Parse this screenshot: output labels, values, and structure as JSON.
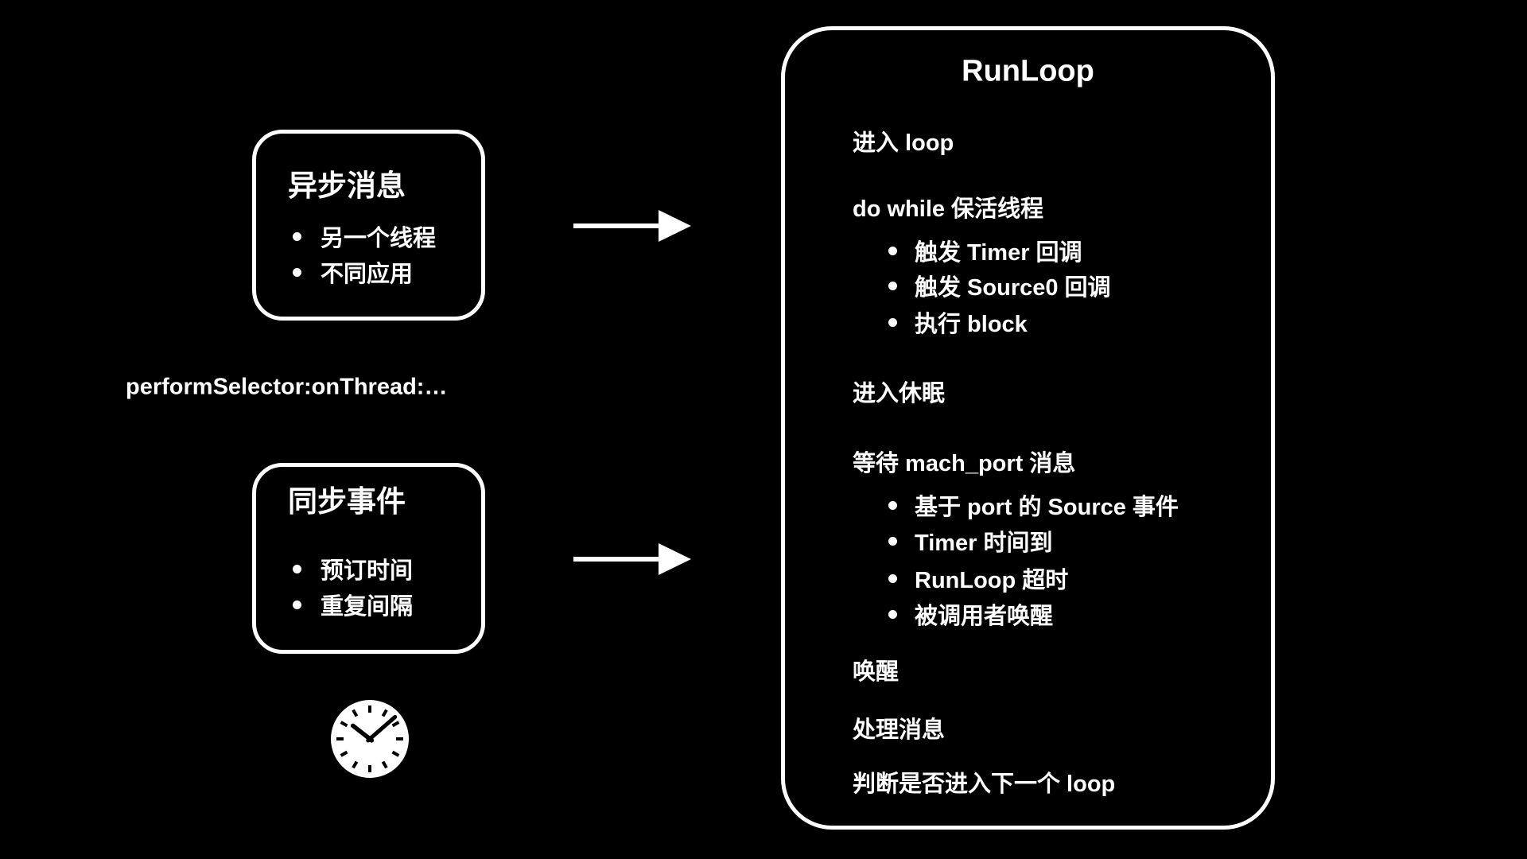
{
  "colors": {
    "background": "#000000",
    "foreground": "#ffffff"
  },
  "icons": {
    "clock": "clock-icon",
    "arrow": "arrow-right-icon"
  },
  "async_box": {
    "title": "异步消息",
    "bullets": [
      "另一个线程",
      "不同应用"
    ]
  },
  "labels": {
    "perform_selector": "performSelector:onThread:…"
  },
  "sync_box": {
    "title": "同步事件",
    "bullets": [
      "预订时间",
      "重复间隔"
    ]
  },
  "runloop_box": {
    "title": "RunLoop",
    "lines": [
      {
        "text": "进入 loop",
        "bullet": false
      },
      {
        "text": "do while 保活线程",
        "bullet": false
      },
      {
        "text": "触发 Timer 回调",
        "bullet": true
      },
      {
        "text": "触发 Source0 回调",
        "bullet": true
      },
      {
        "text": "执行 block",
        "bullet": true
      },
      {
        "text": "进入休眠",
        "bullet": false
      },
      {
        "text": "等待 mach_port 消息",
        "bullet": false
      },
      {
        "text": "基于 port 的 Source 事件",
        "bullet": true
      },
      {
        "text": "Timer 时间到",
        "bullet": true
      },
      {
        "text": "RunLoop 超时",
        "bullet": true
      },
      {
        "text": "被调用者唤醒",
        "bullet": true
      },
      {
        "text": "唤醒",
        "bullet": false
      },
      {
        "text": "处理消息",
        "bullet": false
      },
      {
        "text": "判断是否进入下一个 loop",
        "bullet": false
      }
    ]
  }
}
